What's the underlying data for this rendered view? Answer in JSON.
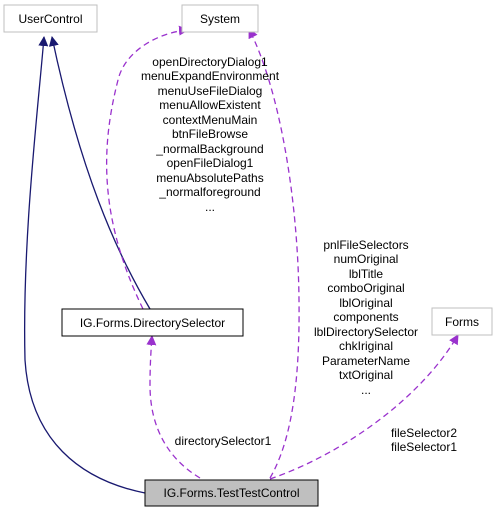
{
  "nodes": {
    "user_control": "UserControl",
    "system": "System",
    "directory_selector": "IG.Forms.DirectorySelector",
    "forms": "Forms",
    "test_control": "IG.Forms.TestTestControl"
  },
  "edge_labels": {
    "system_to_directory_selector": [
      "openDirectoryDialog1",
      "menuExpandEnvironment",
      "menuUseFileDialog",
      "menuAllowExistent",
      "contextMenuMain",
      "btnFileBrowse",
      "_normalBackground",
      "openFileDialog1",
      "menuAbsolutePaths",
      "_normalforeground",
      "..."
    ],
    "system_to_test_control": [
      "pnlFileSelectors",
      "numOriginal",
      "lblTitle",
      "comboOriginal",
      "lblOriginal",
      "components",
      "lblDirectorySelector",
      "chkIriginal",
      "ParameterName",
      "txtOriginal",
      "..."
    ],
    "directory_selector_to_test_control": [
      "directorySelector1"
    ],
    "forms_to_test_control": [
      "fileSelector2",
      "fileSelector1"
    ]
  },
  "colors": {
    "inheritance_edge": "#191970",
    "usage_edge": "#9a32cd",
    "external_node_border": "#bfbfbf",
    "node_border": "#000000",
    "highlight_node_fill": "#bfbfbf",
    "label_text": "#000000"
  }
}
